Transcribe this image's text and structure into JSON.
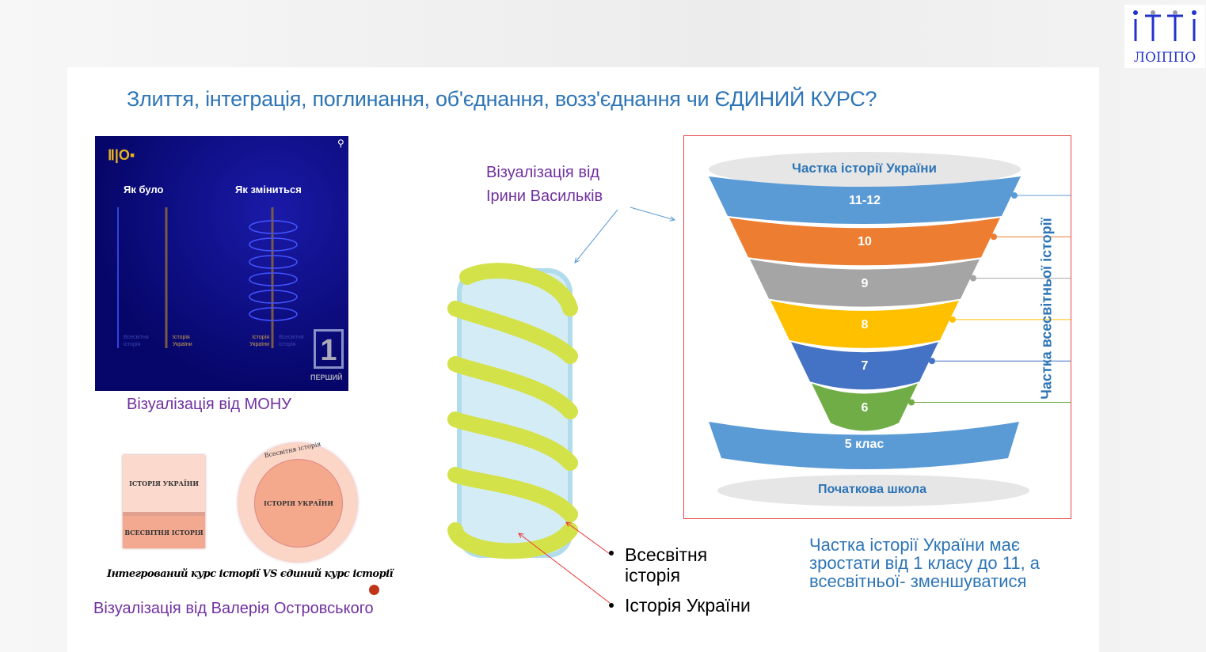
{
  "title": "Злиття, інтеграція, поглинання, об'єднання, возз'єднання  чи  ЄДИНИЙ КУРС?",
  "logo": {
    "text": "ЛОІППО"
  },
  "mon": {
    "caption": "Візуалізація від МОНУ",
    "before": "Як було",
    "after": "Як зміниться",
    "world": "Всесвітня історія",
    "ukraine": "Історія України",
    "badge": "1",
    "badge_text": "ПЕРШИЙ"
  },
  "ostrovsky": {
    "caption": "Візуалізація від Валерія Островського",
    "box_top": "ІСТОРІЯ УКРАЇНИ",
    "box_bottom": "ВСЕСВІТНЯ ІСТОРІЯ",
    "circle_inner": "ІСТОРІЯ УКРАЇНИ",
    "circle_outer": "Всесвітня історія",
    "handwritten": "Інтегрований курс історії VS єдиний курс історії"
  },
  "vasylkiv": {
    "caption_line1": "Візуалізація від",
    "caption_line2": "Ірини Васильків",
    "legend": [
      "Всесвітня історія",
      "Історія України"
    ]
  },
  "funnel": {
    "top": "Частка історії України",
    "side": "Частка всесвітньої історії",
    "levels": [
      {
        "label": "11-12",
        "color": "#5b9bd5"
      },
      {
        "label": "10",
        "color": "#ed7d31"
      },
      {
        "label": "9",
        "color": "#a5a5a5"
      },
      {
        "label": "8",
        "color": "#ffc000"
      },
      {
        "label": "7",
        "color": "#4472c4"
      },
      {
        "label": "6",
        "color": "#70ad47"
      }
    ],
    "base": "5 клас",
    "bottom": "Початкова школа"
  },
  "note": "Частка історії України має зростати від 1 класу до 11, а всесвітньої- зменшуватися"
}
